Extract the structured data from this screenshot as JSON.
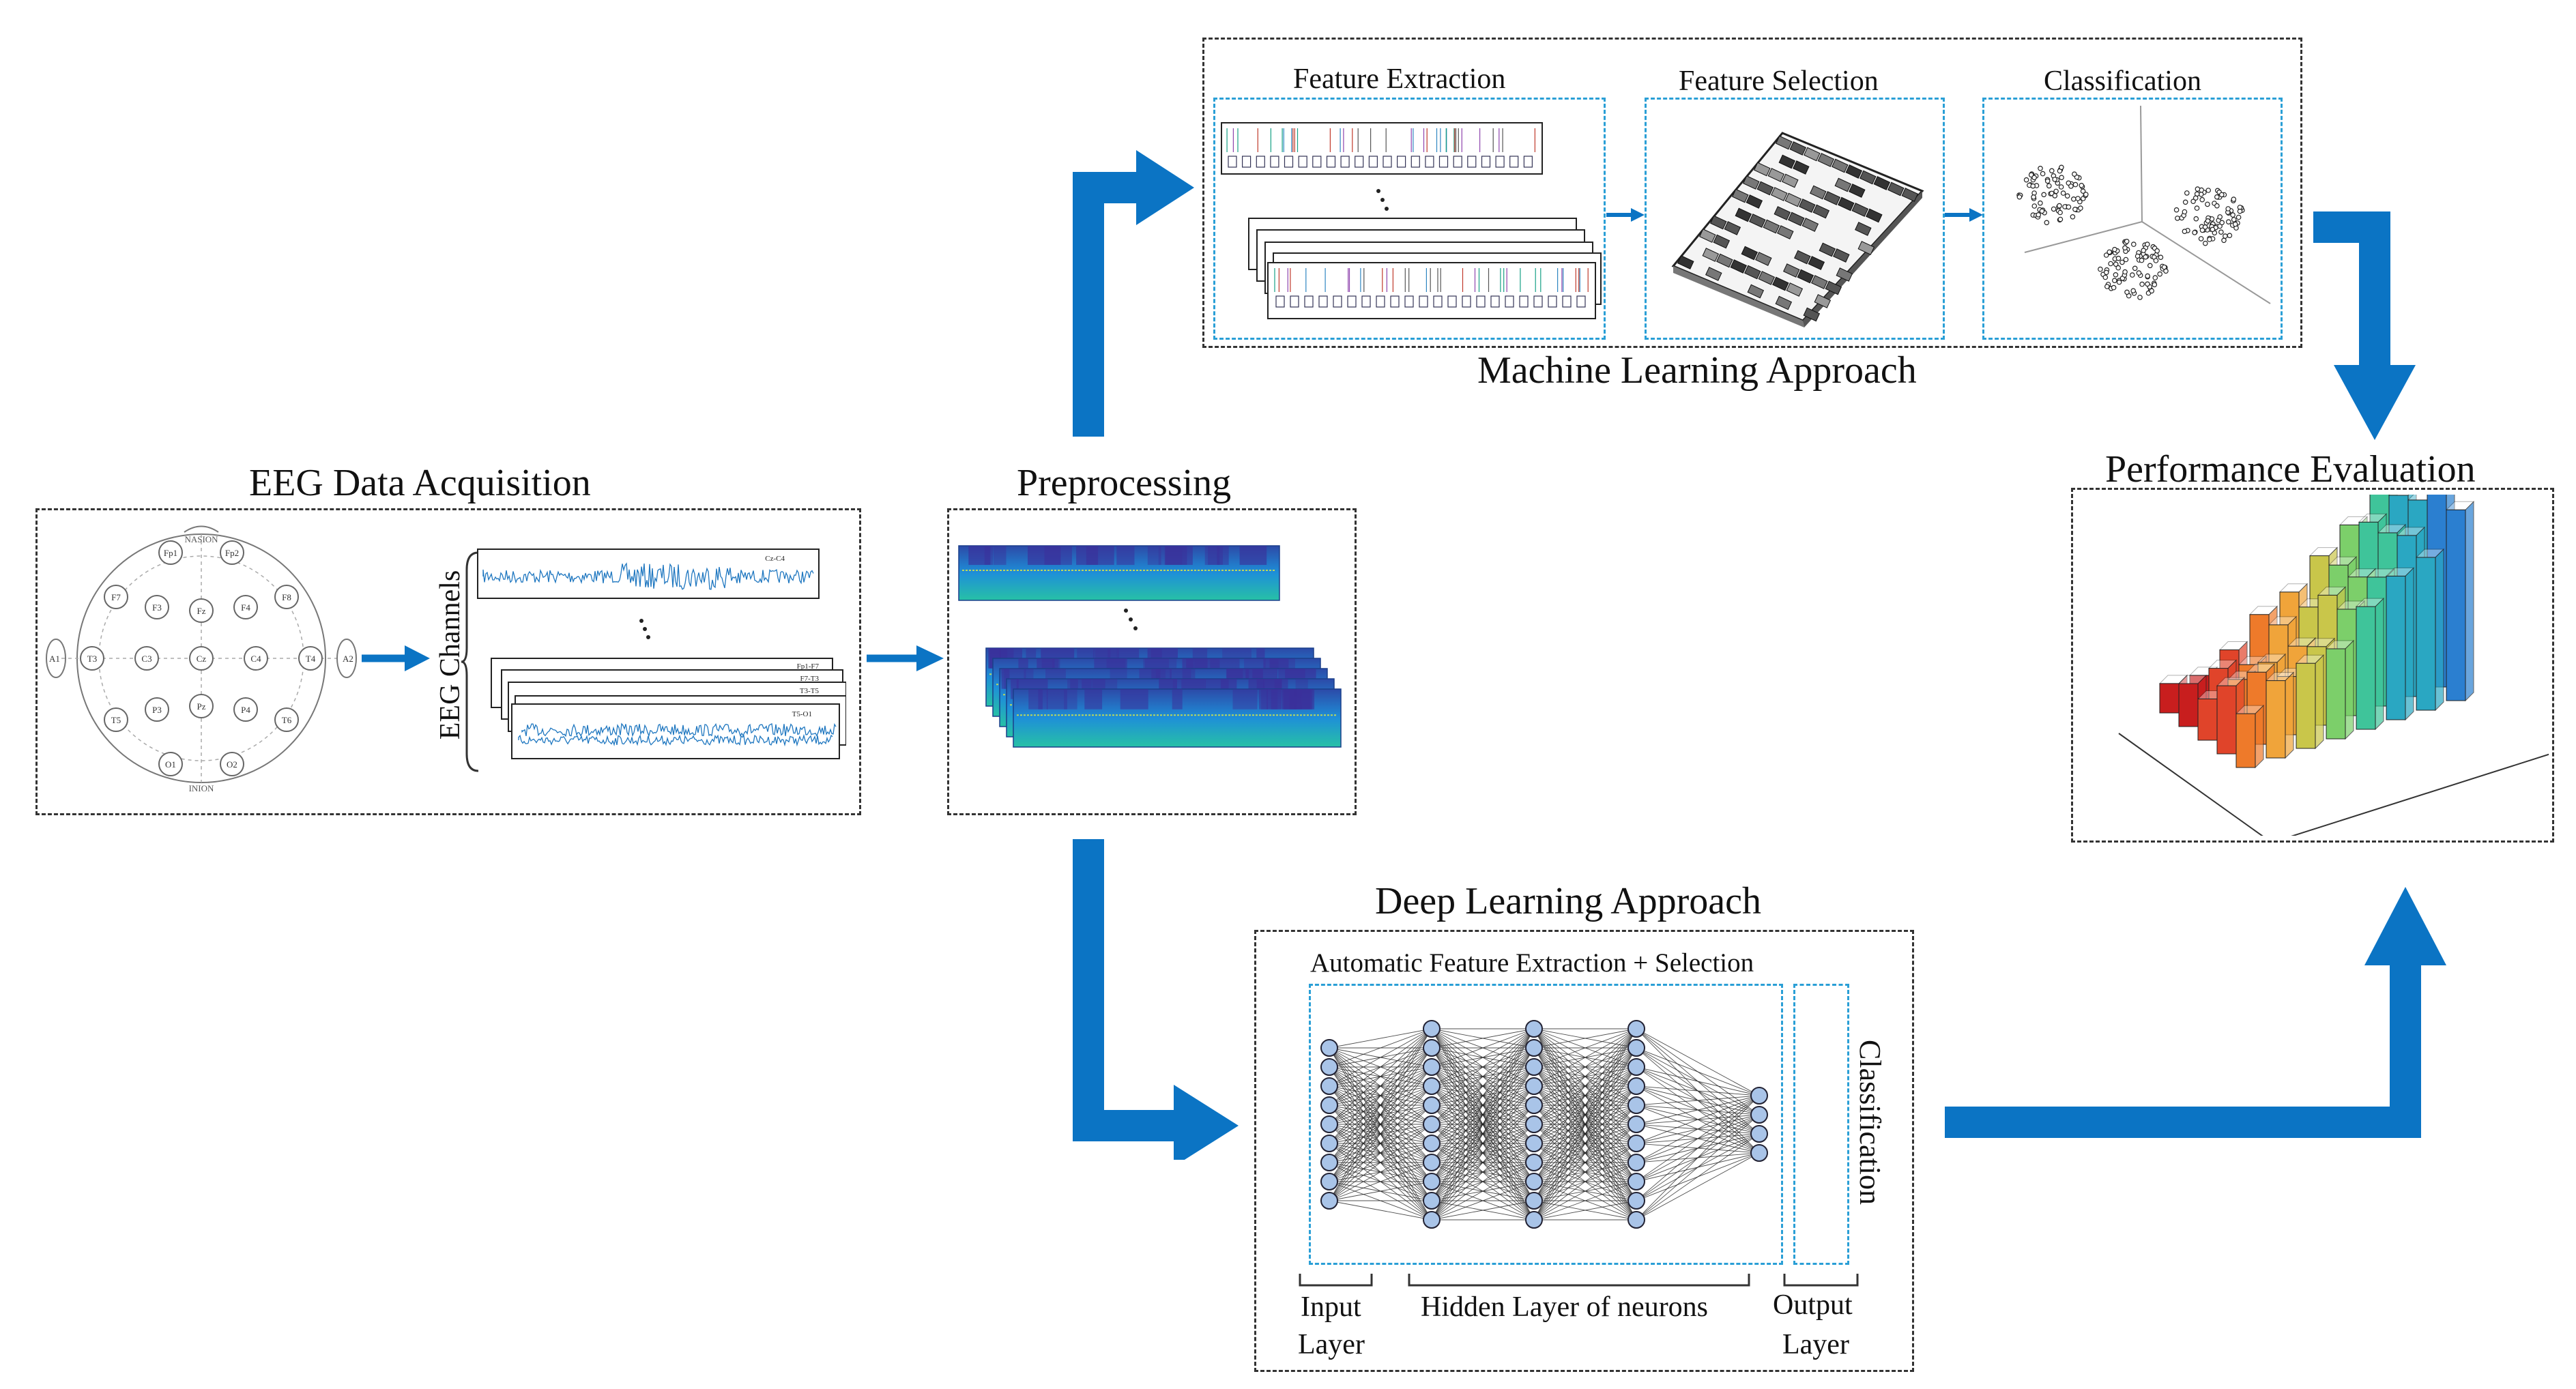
{
  "stages": {
    "acquisition": {
      "title": "EEG Data Acquisition",
      "channels_label": "EEG Channels",
      "electrodes": [
        "Fp1",
        "Fp2",
        "F7",
        "F3",
        "Fz",
        "F4",
        "F8",
        "A1",
        "T3",
        "C3",
        "Cz",
        "C4",
        "T4",
        "A2",
        "T5",
        "P3",
        "Pz",
        "P4",
        "T6",
        "O1",
        "O2"
      ],
      "nasion": "NASION",
      "inion": "INION",
      "channel_tags": [
        "Cz-C4",
        "Fp1-F7",
        "F7-T3",
        "T3-T5",
        "T5-O1"
      ]
    },
    "preprocessing": {
      "title": "Preprocessing"
    },
    "machine_learning": {
      "title": "Machine Learning Approach",
      "steps": [
        "Feature Extraction",
        "Feature Selection",
        "Classification"
      ]
    },
    "deep_learning": {
      "title": "Deep Learning Approach",
      "automatic_label": "Automatic Feature Extraction + Selection",
      "classification_label": "Classification",
      "layer_labels": {
        "input": [
          "Input",
          "Layer"
        ],
        "hidden": "Hidden Layer of neurons",
        "output": [
          "Output",
          "Layer"
        ]
      },
      "network": {
        "layers": [
          9,
          11,
          11,
          11,
          4
        ]
      }
    },
    "evaluation": {
      "title": "Performance Evaluation"
    }
  },
  "colors": {
    "arrow": "#0b74c4",
    "dash_blue": "#2a9fd6",
    "neuron": "#a9c4e8",
    "signal": "#1f77c0"
  }
}
